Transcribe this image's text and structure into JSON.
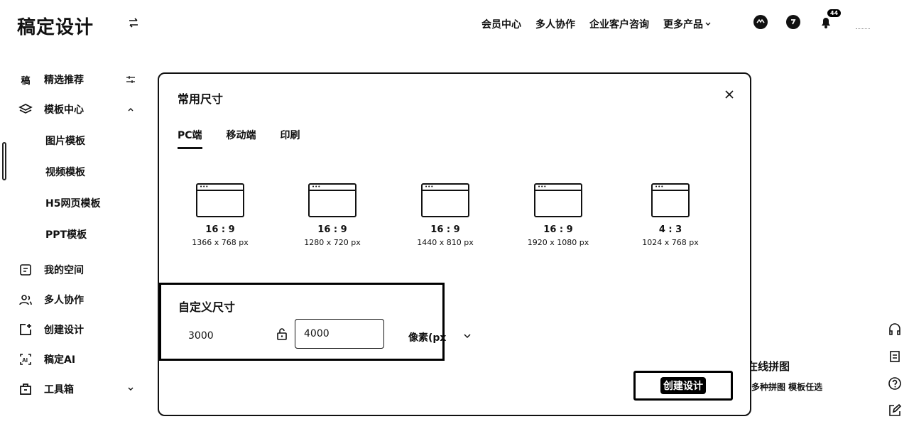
{
  "header": {
    "brand": "稿定设计",
    "nav": [
      "会员中心",
      "多人协作",
      "企业客户咨询",
      "更多产品"
    ],
    "notification_badge": "44"
  },
  "sidebar": {
    "items": [
      {
        "label": "精选推荐",
        "icon": "稿"
      },
      {
        "label": "模板中心"
      },
      {
        "label": "我的空间"
      },
      {
        "label": "多人协作"
      },
      {
        "label": "创建设计"
      },
      {
        "label": "稿定AI"
      },
      {
        "label": "工具箱"
      }
    ],
    "template_sub": [
      "图片模板",
      "视频模板",
      "H5网页模板",
      "PPT模板"
    ]
  },
  "background": {
    "section_top": "",
    "section_bottom": "",
    "puzzle_title": "在线拼图",
    "puzzle_sub": "多种拼图 模板任选"
  },
  "modal": {
    "title": "常用尺寸",
    "tabs": [
      "PC端",
      "移动端",
      "印刷"
    ],
    "active_tab": 0,
    "sizes": [
      {
        "ratio": "16 : 9",
        "dim": "1366 x 768 px"
      },
      {
        "ratio": "16 : 9",
        "dim": "1280 x 720 px"
      },
      {
        "ratio": "16 : 9",
        "dim": "1440 x 810 px"
      },
      {
        "ratio": "16 : 9",
        "dim": "1920 x 1080 px"
      },
      {
        "ratio": "4 : 3",
        "dim": "1024 x 768 px"
      }
    ],
    "custom": {
      "title": "自定义尺寸",
      "width": "3000",
      "height": "4000",
      "unit": "像素(px"
    },
    "create_label": "创建设计"
  }
}
